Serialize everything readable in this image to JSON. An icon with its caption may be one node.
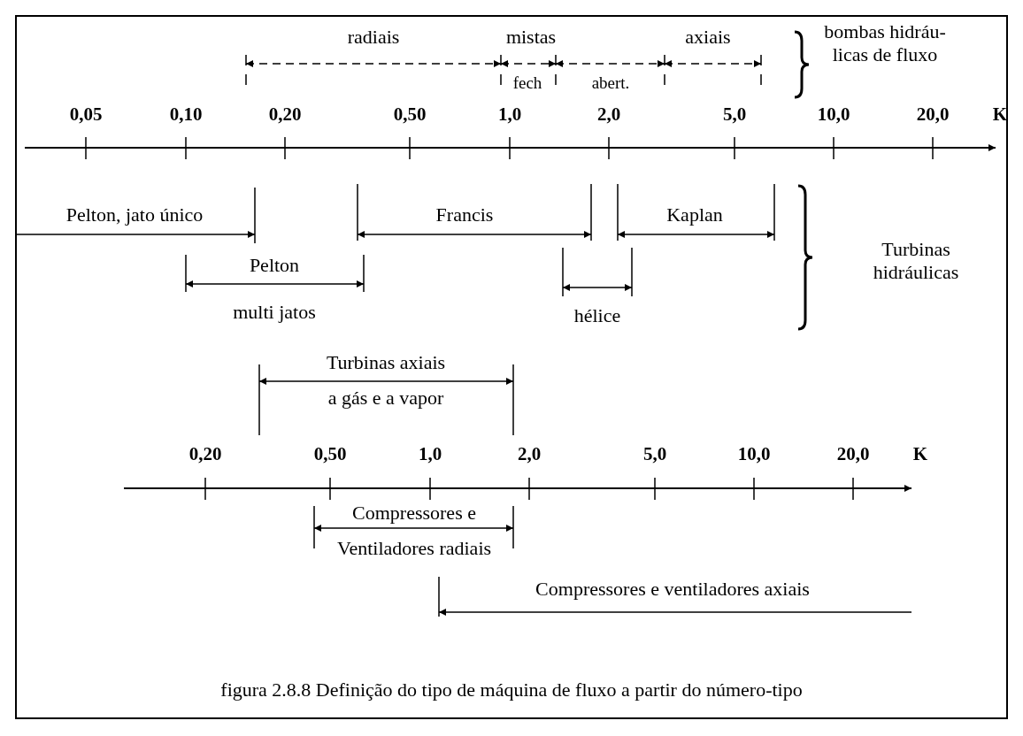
{
  "diagram": {
    "caption": "figura 2.8.8 Definição do tipo de máquina de fluxo a partir do número-tipo",
    "labels": [
      "radiais",
      "mistas",
      "axiais",
      "bombas hidráu- licas de fluxo",
      "fech",
      "abert.",
      "0,05",
      "0,10",
      "0,20",
      "0,50",
      "1,0",
      "2,0",
      "5,0",
      "10,0",
      "20,0",
      "K",
      "Pelton, jato único",
      "Francis",
      "Kaplan",
      "Turbinas hidráulicas",
      "Pelton",
      "multi jatos",
      "hélice",
      "Turbinas axiais",
      "a gás e a vapor",
      "0,20",
      "0,50",
      "1,0",
      "2,0",
      "5,0",
      "10,0",
      "20,0",
      "K",
      "Compressores e",
      "Ventiladores radiais",
      "Compressores e ventiladores axiais"
    ]
  }
}
